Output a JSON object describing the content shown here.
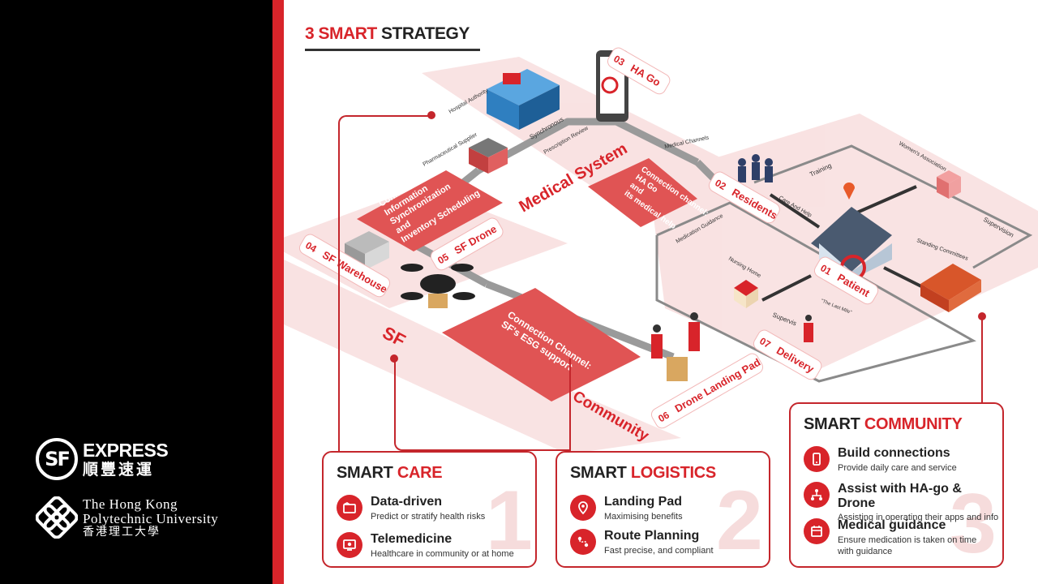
{
  "title": {
    "num": "3",
    "smart": "SMART",
    "rest": "STRATEGY"
  },
  "logos": {
    "sf_letters": "SF",
    "sf_en": "EXPRESS",
    "sf_zh": "順豐速運",
    "polyu_l1": "The Hong Kong",
    "polyu_l2": "Polytechnic University",
    "polyu_zh": "香港理工大學"
  },
  "map": {
    "nodes": [
      {
        "num": "01",
        "label": "Patient"
      },
      {
        "num": "02",
        "label": "Residents"
      },
      {
        "num": "03",
        "label": "HA Go"
      },
      {
        "num": "04",
        "label": "SF Warehouse"
      },
      {
        "num": "05",
        "label": "SF Drone"
      },
      {
        "num": "06",
        "label": "Drone Landing Pad"
      },
      {
        "num": "07",
        "label": "Delivery"
      }
    ],
    "zones": {
      "medical": "Medical System",
      "sf": "SF",
      "community": "Community"
    },
    "channels": {
      "info": [
        "Connection Channel:",
        "Information",
        "Synchronization",
        "and",
        "Inventory Scheduling"
      ],
      "hago": [
        "Connection channel:",
        "HA Go",
        "and",
        "its medical help"
      ],
      "esg": [
        "Connection Channel:",
        "SF's ESG support"
      ]
    },
    "small_labels": {
      "hospital": "Hospital Authority",
      "pharma": "Pharmaceutical Supplier",
      "synchronous": "Synchronous",
      "prescription": "Prescription Review",
      "medical_channels": "Medical Channels",
      "womens": "Women's Association",
      "training": "Training",
      "care": "Care And Help",
      "supervision": "Supervision",
      "standing": "Standing Committees",
      "med_guidance": "Medication Guidance",
      "nursing": "Nursing Home",
      "supervis2": "Supervis",
      "last_mile": "\"The Last Mile\""
    }
  },
  "cards": {
    "care": {
      "title_a": "SMART ",
      "title_b": "CARE",
      "number": "1",
      "items": [
        {
          "head": "Data-driven",
          "sub": "Predict or stratify health risks"
        },
        {
          "head": "Telemedicine",
          "sub": "Healthcare in community or at home"
        }
      ]
    },
    "logistics": {
      "title_a": "SMART ",
      "title_b": "LOGISTICS",
      "number": "2",
      "items": [
        {
          "head": "Landing Pad",
          "sub": "Maximising benefits"
        },
        {
          "head": "Route Planning",
          "sub": "Fast precise, and compliant"
        }
      ]
    },
    "community": {
      "title_a": "SMART ",
      "title_b": "COMMUNITY",
      "number": "3",
      "items": [
        {
          "head": "Build connections",
          "sub": "Provide daily care and service"
        },
        {
          "head": "Assist with HA-go & Drone",
          "sub": "Assisting in operating their apps and info"
        },
        {
          "head": "Medical guidance",
          "sub": "Ensure medication is taken on time",
          "sub2": "with guidance"
        }
      ]
    }
  },
  "colors": {
    "accent": "#d8242a",
    "pale": "#f6dcdc",
    "road": "#9a9a9a"
  }
}
